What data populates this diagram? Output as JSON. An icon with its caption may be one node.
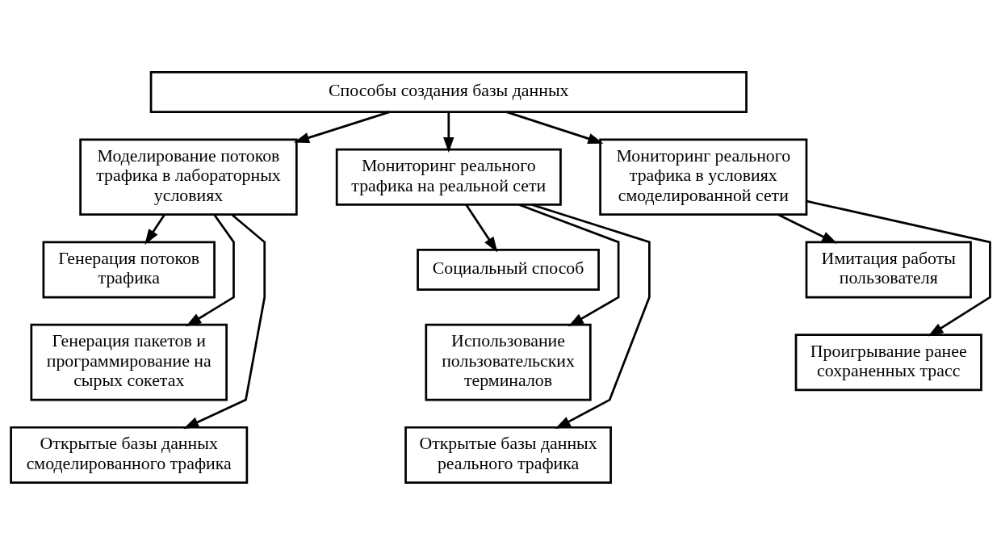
{
  "diagram": {
    "nodes": [
      {
        "text": [
          "Способы создания базы данных"
        ]
      },
      {
        "text": [
          "Моделирование потоков трафика в лабораторных условиях"
        ]
      },
      {
        "text": [
          "Мониторинг реального трафика на реальной сети"
        ]
      },
      {
        "text": [
          "Мониторинг реального трафика в условиях смоделированной сети"
        ]
      },
      {
        "text": [
          "Генерация потоков трафика"
        ]
      },
      {
        "text": [
          "Генерация пакетов и программирование на сырых сокетах"
        ]
      },
      {
        "text": [
          "Открытые базы данных смоделированного трафика"
        ]
      },
      {
        "text": [
          "Социальный способ"
        ]
      },
      {
        "text": [
          "Использование пользовательских терминалов"
        ]
      },
      {
        "text": [
          "Открытые базы данных реального трафика"
        ]
      },
      {
        "text": [
          "Имитация работы пользователя"
        ]
      },
      {
        "text": [
          "Проигрывание ранее сохраненных трасс"
        ]
      }
    ],
    "edges": [
      {
        "from": 0,
        "to": 1,
        "arrow": "to"
      },
      {
        "from": 0,
        "to": 2,
        "arrow": "to"
      },
      {
        "from": 0,
        "to": 3,
        "arrow": "to"
      },
      {
        "from": 1,
        "to": 4,
        "arrow": "to"
      },
      {
        "from": 1,
        "to": 5,
        "arrow": "to"
      },
      {
        "from": 1,
        "to": 6,
        "arrow": "to"
      },
      {
        "from": 2,
        "to": 7,
        "arrow": "to"
      },
      {
        "from": 2,
        "to": 8,
        "arrow": "to"
      },
      {
        "from": 2,
        "to": 9,
        "arrow": "to"
      },
      {
        "from": 3,
        "to": 10,
        "arrow": "to"
      },
      {
        "from": 3,
        "to": 11,
        "arrow": "to"
      }
    ]
  }
}
